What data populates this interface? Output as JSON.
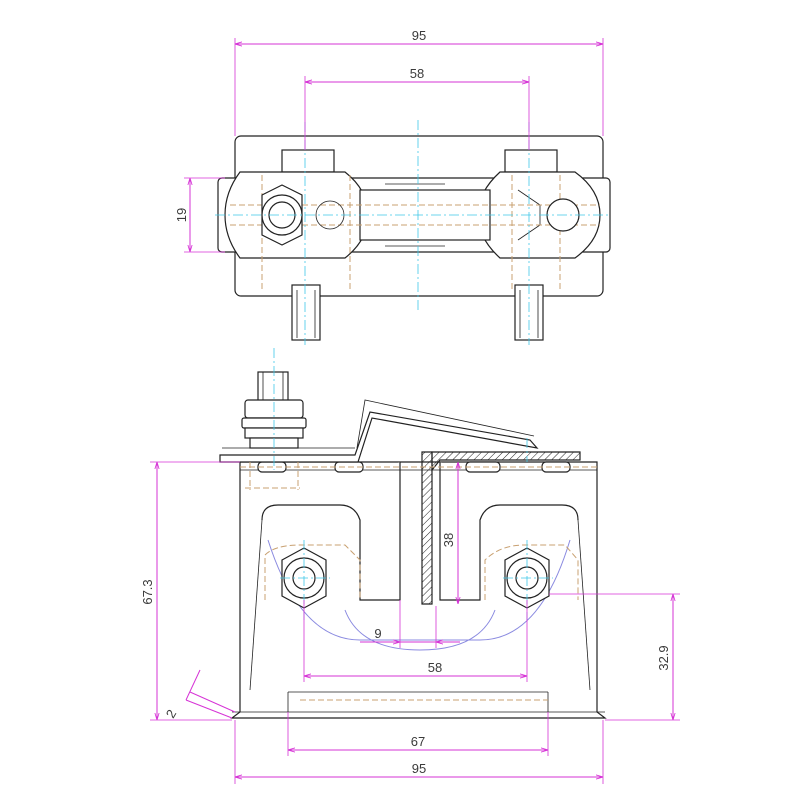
{
  "drawing": {
    "colors": {
      "dimension": "#d633d6",
      "centerline": "#3fc8e8",
      "hidden": "#c8a070",
      "outline": "#222222",
      "inner": "#8a8ae0"
    }
  },
  "top_view": {
    "dim_overall_width": "95",
    "dim_bolt_spacing": "58",
    "dim_height": "19"
  },
  "front_view": {
    "dim_overall_height": "67.3",
    "dim_slot_depth": "38",
    "dim_slot_offset": "9",
    "dim_bolt_spacing": "58",
    "dim_bolt_height": "32.9",
    "dim_base_inner": "67",
    "dim_overall_width": "95",
    "dim_chamfer": "2"
  }
}
